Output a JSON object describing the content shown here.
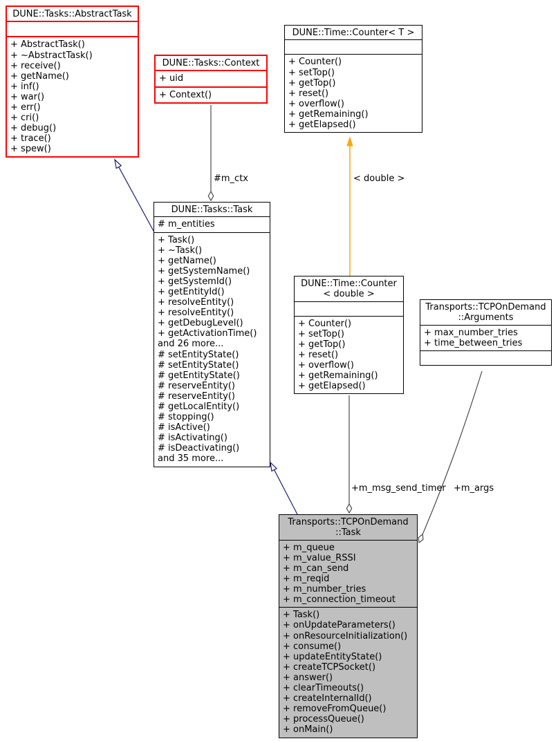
{
  "diagram": {
    "type": "uml-collaboration-diagram",
    "colors": {
      "truncated_node_border": "#ff0000",
      "node_border": "#000000",
      "focus_node_fill": "#bfbfbf",
      "node_fill": "#ffffff",
      "inheritance_edge": "#191970",
      "template_instance_edge": "#ffa500",
      "member_edge": "#3a3a3a",
      "text": "#000000"
    },
    "classes": {
      "abstract_task": {
        "title": "DUNE::Tasks::AbstractTask",
        "attributes": [],
        "methods": [
          "+ AbstractTask()",
          "+ ~AbstractTask()",
          "+ receive()",
          "+ getName()",
          "+ inf()",
          "+ war()",
          "+ err()",
          "+ cri()",
          "+ debug()",
          "+ trace()",
          "+ spew()"
        ]
      },
      "context": {
        "title": "DUNE::Tasks::Context",
        "attributes": [
          "+ uid"
        ],
        "methods": [
          "+ Context()"
        ]
      },
      "counter_t": {
        "title": "DUNE::Time::Counter< T >",
        "attributes": [],
        "methods": [
          "+ Counter()",
          "+ setTop()",
          "+ getTop()",
          "+ reset()",
          "+ overflow()",
          "+ getRemaining()",
          "+ getElapsed()"
        ]
      },
      "task": {
        "title": "DUNE::Tasks::Task",
        "attributes": [
          "# m_entities"
        ],
        "methods": [
          "+ Task()",
          "+ ~Task()",
          "+ getName()",
          "+ getSystemName()",
          "+ getSystemId()",
          "+ getEntityId()",
          "+ resolveEntity()",
          "+ resolveEntity()",
          "+ getDebugLevel()",
          "+ getActivationTime()",
          "and 26 more...",
          "# setEntityState()",
          "# setEntityState()",
          "# getEntityState()",
          "# reserveEntity()",
          "# reserveEntity()",
          "# getLocalEntity()",
          "# stopping()",
          "# isActive()",
          "# isActivating()",
          "# isDeactivating()",
          "and 35 more..."
        ]
      },
      "counter_double": {
        "title": [
          "DUNE::Time::Counter",
          "< double >"
        ],
        "attributes": [],
        "methods": [
          "+ Counter()",
          "+ setTop()",
          "+ getTop()",
          "+ reset()",
          "+ overflow()",
          "+ getRemaining()",
          "+ getElapsed()"
        ]
      },
      "arguments": {
        "title": [
          "Transports::TCPOnDemand",
          "::Arguments"
        ],
        "attributes": [
          "+ max_number_tries",
          "+ time_between_tries"
        ],
        "methods": []
      },
      "tcp_task": {
        "title": [
          "Transports::TCPOnDemand",
          "::Task"
        ],
        "attributes": [
          "+ m_queue",
          "+ m_value_RSSI",
          "+ m_can_send",
          "+ m_reqid",
          "+ m_number_tries",
          "+ m_connection_timeout"
        ],
        "methods": [
          "+ Task()",
          "+ onUpdateParameters()",
          "+ onResourceInitialization()",
          "+ consume()",
          "+ updateEntityState()",
          "+ createTCPSocket()",
          "+ answer()",
          "+ clearTimeouts()",
          "+ createInternalId()",
          "+ removeFromQueue()",
          "+ processQueue()",
          "+ onMain()"
        ]
      }
    },
    "edges": {
      "m_ctx": {
        "label": "#m_ctx",
        "type": "aggregation"
      },
      "template_instance": {
        "label": "< double >",
        "type": "template-instantiation"
      },
      "m_msg_send_timer": {
        "label": "+m_msg_send_timer",
        "type": "aggregation"
      },
      "m_args": {
        "label": "+m_args",
        "type": "aggregation"
      },
      "task_inherits_abstract_task": {
        "label": "",
        "type": "inheritance"
      },
      "tcp_task_inherits_task": {
        "label": "",
        "type": "inheritance"
      }
    }
  }
}
